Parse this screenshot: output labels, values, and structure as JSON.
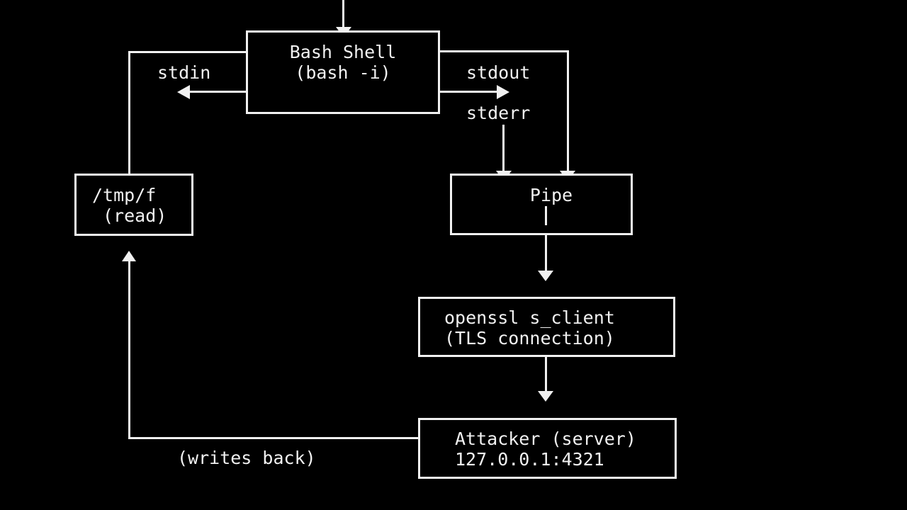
{
  "diagram": {
    "colors": {
      "background": "#000000",
      "foreground": "#f1f1f1"
    },
    "nodes": {
      "bash_shell": {
        "title": "Bash Shell",
        "subtitle": "(bash -i)"
      },
      "tmp_file": {
        "title": "/tmp/f",
        "subtitle": "(read)"
      },
      "pipe": {
        "title": "Pipe"
      },
      "openssl": {
        "title": "openssl s_client",
        "subtitle": "(TLS connection)"
      },
      "attacker": {
        "title": "Attacker (server)",
        "subtitle": "127.0.0.1:4321"
      }
    },
    "edge_labels": {
      "stdin": "stdin",
      "stdout": "stdout",
      "stderr": "stderr",
      "writes_back": "(writes back)"
    },
    "edges": [
      {
        "from": "offscreen-top",
        "to": "bash_shell",
        "arrow": "down"
      },
      {
        "from": "bash_shell",
        "to": "left",
        "arrow": "left",
        "label": "stdin"
      },
      {
        "from": "bash_shell-left-elbow",
        "to": "tmp_file",
        "arrow": "none"
      },
      {
        "from": "bash_shell",
        "to": "right",
        "arrow": "right",
        "label": "stdout"
      },
      {
        "from": "bash_shell-right-elbow",
        "to": "pipe",
        "arrow": "down"
      },
      {
        "from": "stderr-label",
        "to": "pipe",
        "arrow": "down",
        "label": "stderr"
      },
      {
        "from": "pipe",
        "to": "openssl",
        "arrow": "down"
      },
      {
        "from": "openssl",
        "to": "attacker",
        "arrow": "down"
      },
      {
        "from": "attacker",
        "to": "tmp_file",
        "arrow": "up",
        "label": "(writes back)"
      }
    ]
  }
}
